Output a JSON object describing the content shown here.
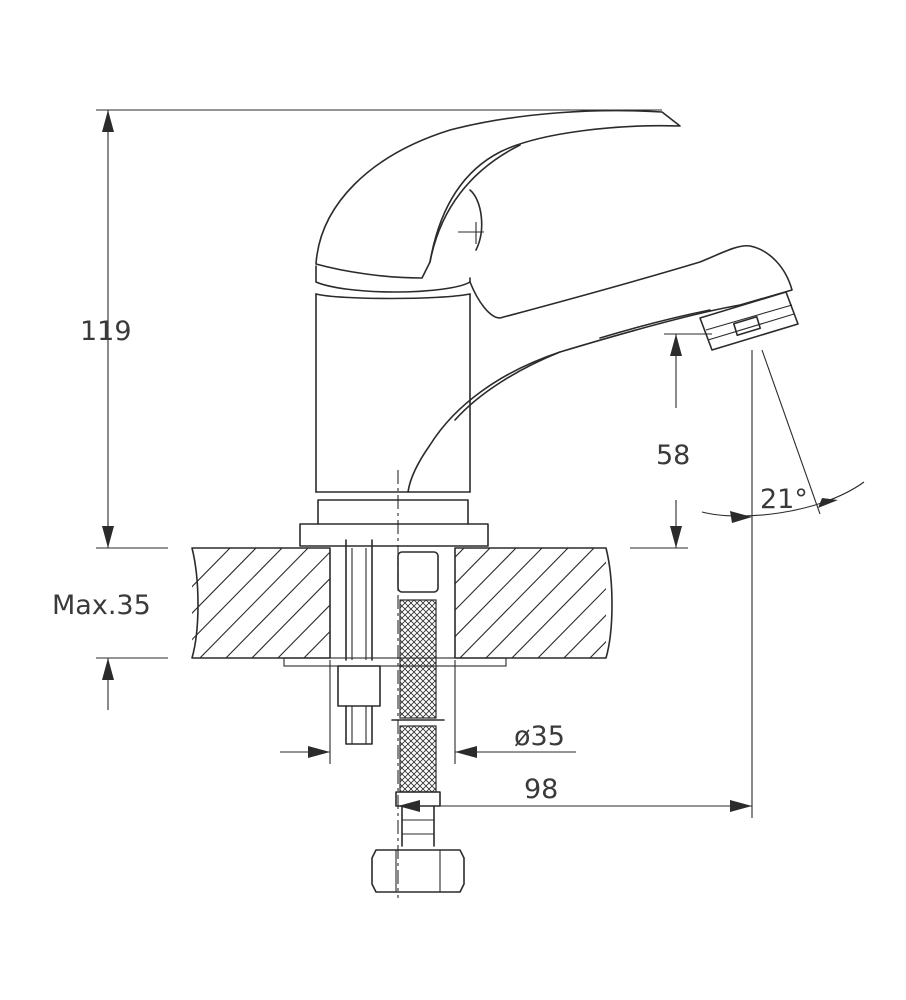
{
  "dimensions": {
    "height_total": "119",
    "spout_clearance": "58",
    "spray_angle": "21°",
    "max_deck_thickness": "Max.35",
    "mounting_hole": "ø35",
    "projection": "98"
  },
  "colors": {
    "line": "#2b2b2b",
    "text": "#3a3a3a",
    "background": "#ffffff"
  }
}
